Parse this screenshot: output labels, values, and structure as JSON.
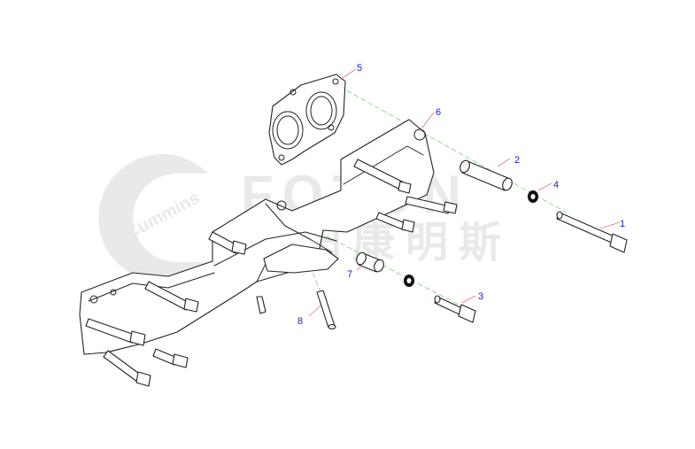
{
  "watermark": {
    "logo_text": "Cummins",
    "brand_latin": "FOTON",
    "brand_cjk": "福田康明斯",
    "color": "#e9e9e9"
  },
  "callouts": [
    {
      "label": "1"
    },
    {
      "label": "2"
    },
    {
      "label": "3"
    },
    {
      "label": "4"
    },
    {
      "label": "5"
    },
    {
      "label": "6"
    },
    {
      "label": "7"
    },
    {
      "label": "8"
    }
  ],
  "colors": {
    "callout_text": "#1a1acc",
    "leader_line": "#e36d8f",
    "assembly_axis": "#5fcf5f",
    "line_art": "#222222"
  }
}
